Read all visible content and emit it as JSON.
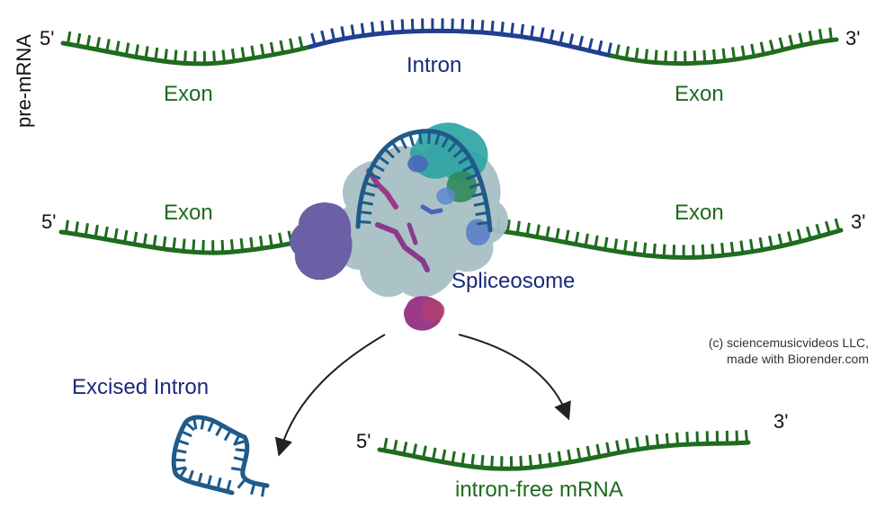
{
  "side_label": "pre-mRNA",
  "row1": {
    "five_prime": "5'",
    "three_prime": "3'",
    "intron_label": "Intron",
    "exon_left": "Exon",
    "exon_right": "Exon"
  },
  "row2": {
    "five_prime": "5'",
    "three_prime": "3'",
    "exon_left": "Exon",
    "exon_right": "Exon",
    "spliceosome_label": "Spliceosome"
  },
  "row3": {
    "excised_label": "Excised Intron",
    "mrna_label": "intron-free mRNA",
    "five_prime": "5'",
    "three_prime": "3'"
  },
  "credit": {
    "line1": "(c) sciencemusicvideos LLC,",
    "line2": "made with Biorender.com"
  },
  "colors": {
    "exon": "#1f6b1f",
    "intron": "#1f3f8f",
    "intron_loop": "#1f5a8a",
    "spliceosome_body": "#a7bfc4",
    "protein_purple": "#6b5fa6",
    "protein_teal": "#2aa3a3",
    "protein_magenta": "#9a3a8a"
  }
}
